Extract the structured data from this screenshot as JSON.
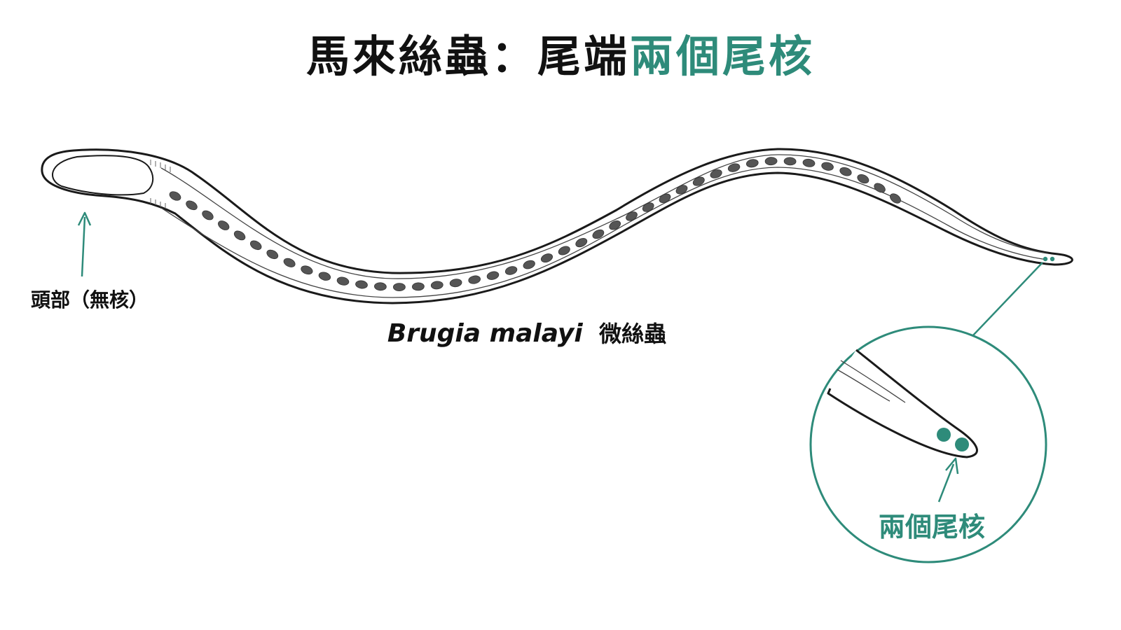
{
  "title": {
    "main": "馬來絲蟲：尾端",
    "highlight": "兩個尾核"
  },
  "labels": {
    "head": "頭部（無核）",
    "species_latin": "Brugia malayi",
    "species_cn": "微絲蟲",
    "tail_nuclei": "兩個尾核"
  },
  "colors": {
    "accent": "#2e8b7a",
    "outline": "#1a1a1a",
    "nucleus": "#555555",
    "text": "#111111"
  }
}
